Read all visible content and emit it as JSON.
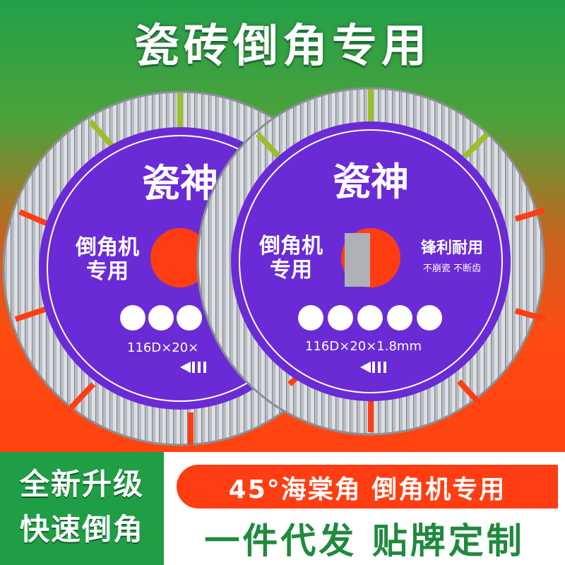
{
  "header": {
    "title": "瓷砖倒角专用"
  },
  "blade_front": {
    "brand": "瓷神",
    "left_text_1": "倒角机",
    "left_text_2": "专用",
    "right_text_main": "锋利耐用",
    "right_text_small": "不崩瓷  不断齿",
    "spec": "116D×20×1.8mm"
  },
  "blade_back": {
    "brand": "瓷神",
    "left_text_1": "倒角机",
    "left_text_2": "专用",
    "spec": "116D×20×"
  },
  "badge_left": {
    "line1": "全新升级",
    "line2": "快速倒角"
  },
  "badge_right": {
    "line1": "45°海棠角 倒角机专用",
    "line2": "一件代发 贴牌定制"
  },
  "colors": {
    "blade_purple": "#6a2bd6",
    "hub_red": "#ff3d12",
    "accent_green": "#1f9e45"
  },
  "icons": [
    "ear-protection-icon",
    "goggles-icon",
    "no-wet-icon",
    "mask-icon",
    "glove-icon"
  ]
}
